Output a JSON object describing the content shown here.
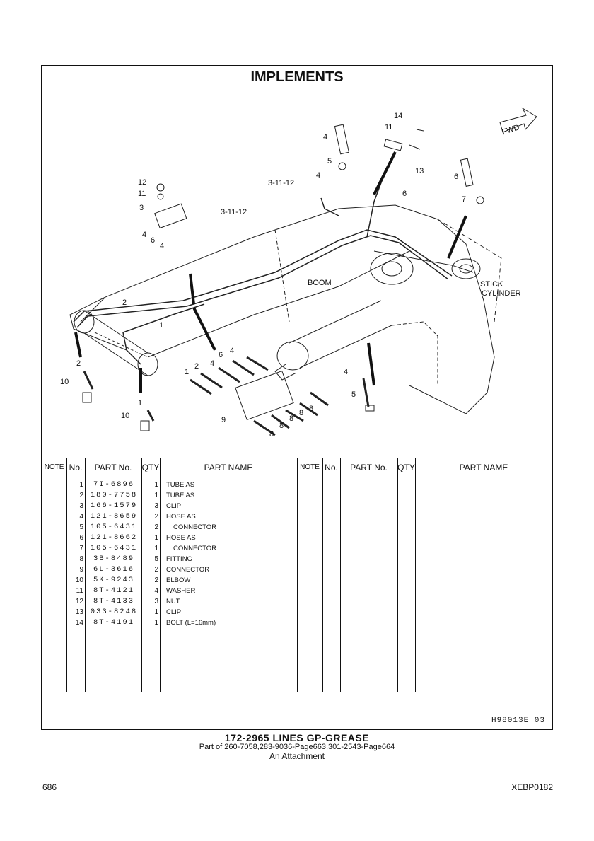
{
  "header": {
    "title": "IMPLEMENTS"
  },
  "diagram_labels": {
    "fwd": "FWD",
    "boom": "BOOM",
    "stick": "STICK",
    "cylinder": "CYLINDER",
    "ref_a": "3-11-12",
    "ref_b": "3-11-12",
    "callouts": [
      "14",
      "11",
      "13",
      "4",
      "5",
      "4",
      "6",
      "6",
      "7",
      "12",
      "11",
      "3",
      "4",
      "6",
      "4",
      "2",
      "1",
      "4",
      "6",
      "4",
      "2",
      "1",
      "4",
      "5",
      "10",
      "1",
      "10",
      "9",
      "8",
      "8",
      "8",
      "8",
      "8",
      "2"
    ]
  },
  "table": {
    "headers": {
      "note": "NOTE",
      "no": "No.",
      "part_no": "PART No.",
      "qty": "QTY",
      "part_name": "PART NAME",
      "note2": "NOTE",
      "no2": "No.",
      "part_no2": "PART No.",
      "qty2": "QTY",
      "part_name2": "PART NAME"
    },
    "rows": [
      {
        "no": "1",
        "part": "7I-6896",
        "qty": "1",
        "name": "TUBE AS",
        "indent": false
      },
      {
        "no": "2",
        "part": "180-7758",
        "qty": "1",
        "name": "TUBE AS",
        "indent": false
      },
      {
        "no": "3",
        "part": "166-1579",
        "qty": "3",
        "name": "CLIP",
        "indent": false
      },
      {
        "no": "4",
        "part": "121-8659",
        "qty": "2",
        "name": "HOSE AS",
        "indent": false
      },
      {
        "no": "5",
        "part": "105-6431",
        "qty": "2",
        "name": "CONNECTOR",
        "indent": true
      },
      {
        "no": "6",
        "part": "121-8662",
        "qty": "1",
        "name": "HOSE AS",
        "indent": false
      },
      {
        "no": "7",
        "part": "105-6431",
        "qty": "1",
        "name": "CONNECTOR",
        "indent": true
      },
      {
        "no": "8",
        "part": "3B-8489",
        "qty": "5",
        "name": "FITTING",
        "indent": false
      },
      {
        "no": "9",
        "part": "6L-3616",
        "qty": "2",
        "name": "CONNECTOR",
        "indent": false
      },
      {
        "no": "10",
        "part": "5K-9243",
        "qty": "2",
        "name": "ELBOW",
        "indent": false
      },
      {
        "no": "11",
        "part": "8T-4121",
        "qty": "4",
        "name": "WASHER",
        "indent": false
      },
      {
        "no": "12",
        "part": "8T-4133",
        "qty": "3",
        "name": "NUT",
        "indent": false
      },
      {
        "no": "13",
        "part": "033-8248",
        "qty": "1",
        "name": "CLIP",
        "indent": false
      },
      {
        "no": "14",
        "part": "8T-4191",
        "qty": "1",
        "name": "BOLT (L=16mm)",
        "indent": false
      }
    ]
  },
  "footer": {
    "ref": "H98013E   03"
  },
  "caption": {
    "group": "172-2965  LINES GP-GREASE",
    "part_of": "Part of 260-7058,283-9036-Page663,301-2543-Page664",
    "attachment": "An Attachment"
  },
  "page": {
    "number": "686",
    "code": "XEBP0182"
  }
}
